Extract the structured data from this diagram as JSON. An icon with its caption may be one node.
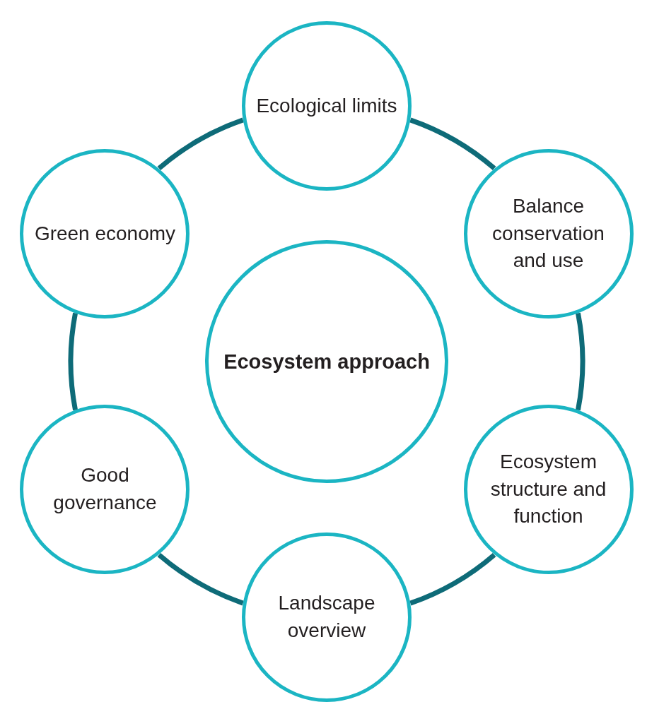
{
  "diagram": {
    "nodes": [
      {
        "text": [
          "Ecosystem approach"
        ]
      },
      {
        "text": [
          "Ecological limits"
        ]
      },
      {
        "text": [
          "Balance conservation and use"
        ]
      },
      {
        "text": [
          "Ecosystem structure and function"
        ]
      },
      {
        "text": [
          "Landscape overview"
        ]
      },
      {
        "text": [
          "Good governance"
        ]
      },
      {
        "text": [
          "Green economy"
        ]
      }
    ],
    "edges": [
      {
        "from": 1,
        "to": 2,
        "arrow": "none"
      },
      {
        "from": 2,
        "to": 3,
        "arrow": "none"
      },
      {
        "from": 3,
        "to": 4,
        "arrow": "none"
      },
      {
        "from": 4,
        "to": 5,
        "arrow": "none"
      },
      {
        "from": 5,
        "to": 6,
        "arrow": "none"
      },
      {
        "from": 6,
        "to": 1,
        "arrow": "none"
      }
    ]
  }
}
